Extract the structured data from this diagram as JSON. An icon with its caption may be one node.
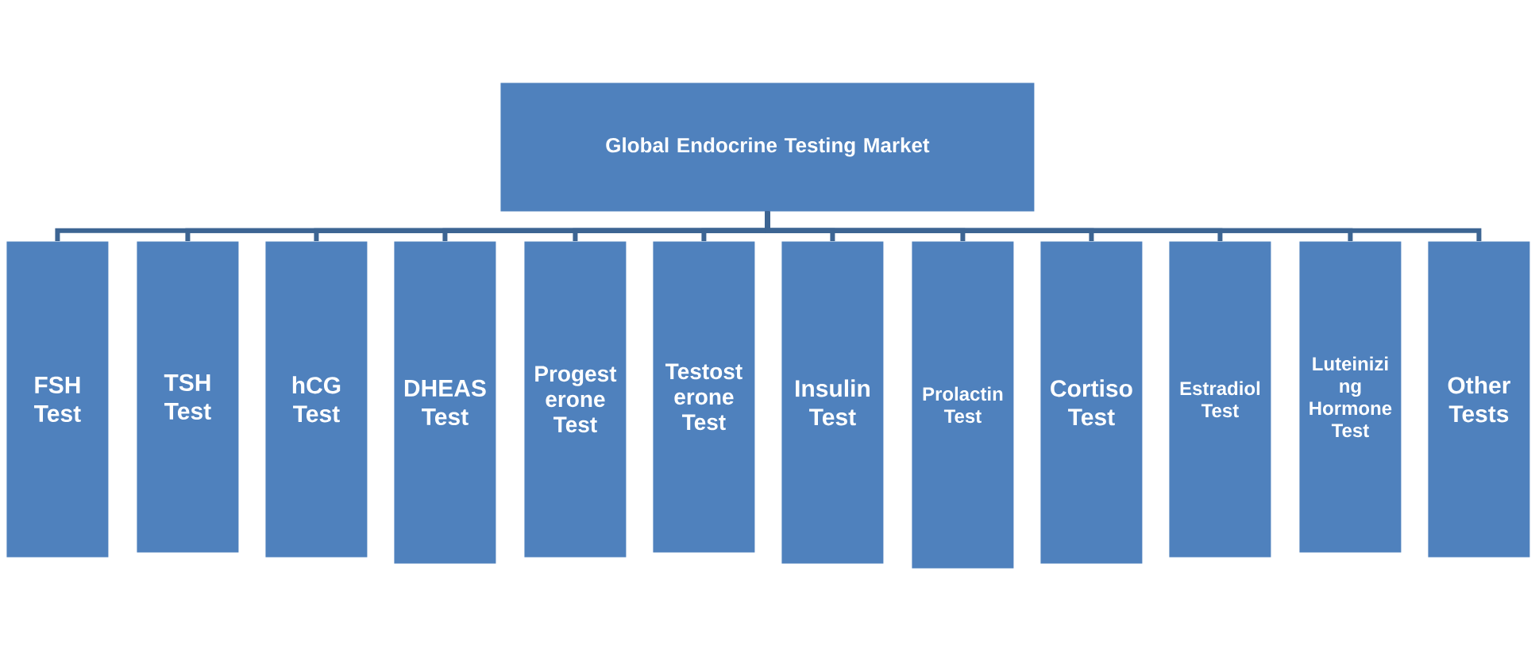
{
  "diagram": {
    "nodes": [
      {
        "text": [
          "Global Endocrine Testing Market"
        ]
      },
      {
        "text": [
          "FSH Test"
        ]
      },
      {
        "text": [
          "TSH Test"
        ]
      },
      {
        "text": [
          "hCG Test"
        ]
      },
      {
        "text": [
          "DHEAS Test"
        ]
      },
      {
        "text": [
          "Progest erone Test"
        ]
      },
      {
        "text": [
          "Testost erone Test"
        ]
      },
      {
        "text": [
          "Insulin Test"
        ]
      },
      {
        "text": [
          "Prolactin Test"
        ]
      },
      {
        "text": [
          "Cortiso Test"
        ]
      },
      {
        "text": [
          "Estradiol Test"
        ]
      },
      {
        "text": [
          "Luteinizi ng Hormone Test"
        ]
      },
      {
        "text": [
          "Other Tests"
        ]
      }
    ],
    "edges": [
      {
        "from": 0,
        "to": 1,
        "arrow": "none"
      },
      {
        "from": 0,
        "to": 2,
        "arrow": "none"
      },
      {
        "from": 0,
        "to": 3,
        "arrow": "none"
      },
      {
        "from": 0,
        "to": 4,
        "arrow": "none"
      },
      {
        "from": 0,
        "to": 5,
        "arrow": "none"
      },
      {
        "from": 0,
        "to": 6,
        "arrow": "none"
      },
      {
        "from": 0,
        "to": 7,
        "arrow": "none"
      },
      {
        "from": 0,
        "to": 8,
        "arrow": "none"
      },
      {
        "from": 0,
        "to": 9,
        "arrow": "none"
      },
      {
        "from": 0,
        "to": 10,
        "arrow": "none"
      },
      {
        "from": 0,
        "to": 11,
        "arrow": "none"
      },
      {
        "from": 0,
        "to": 12,
        "arrow": "none"
      }
    ]
  }
}
